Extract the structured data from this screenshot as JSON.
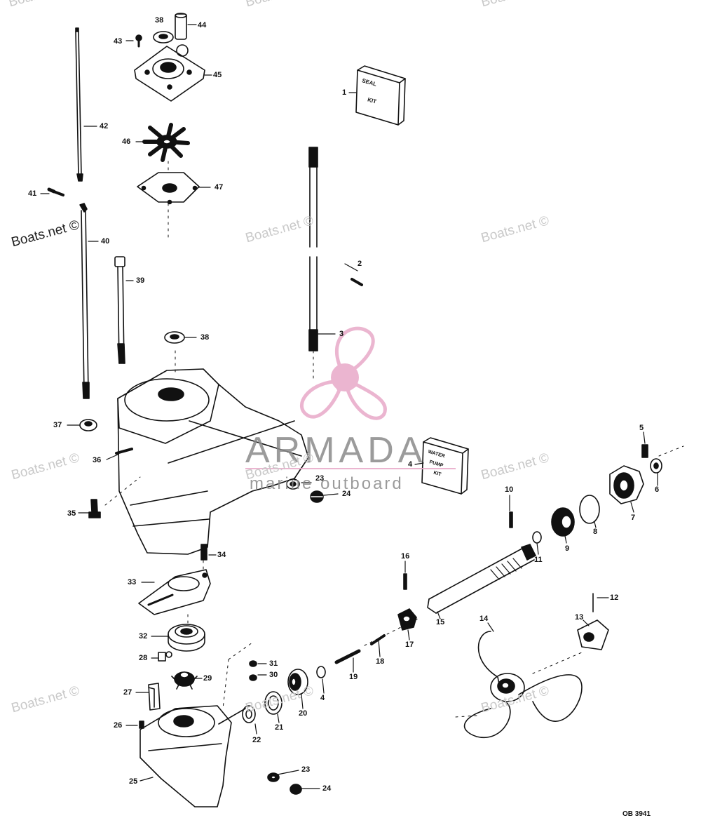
{
  "watermarks": {
    "site": "Boats.net ©",
    "site_partial": "Boats.net"
  },
  "brand": {
    "name": "ARMADA",
    "tagline": "marine outboard",
    "color": "#e8a9c8"
  },
  "drawing_ref": "OB 3941",
  "kit_labels": {
    "seal_kit": [
      "SEAL",
      "KIT"
    ],
    "water_pump_kit": [
      "WATER",
      "PUMP",
      "KIT"
    ]
  },
  "callouts": {
    "c1": "1",
    "c2": "2",
    "c3": "3",
    "c4a": "4",
    "c4b": "4",
    "c5": "5",
    "c6": "6",
    "c7": "7",
    "c8": "8",
    "c9": "9",
    "c10": "10",
    "c11": "11",
    "c12": "12",
    "c13": "13",
    "c14": "14",
    "c15": "15",
    "c16": "16",
    "c17": "17",
    "c18": "18",
    "c19": "19",
    "c20": "20",
    "c21": "21",
    "c22": "22",
    "c23a": "23",
    "c23b": "23",
    "c24a": "24",
    "c24b": "24",
    "c25": "25",
    "c26": "26",
    "c27": "27",
    "c28": "28",
    "c29": "29",
    "c30": "30",
    "c31": "31",
    "c32": "32",
    "c33": "33",
    "c34": "34",
    "c35": "35",
    "c36": "36",
    "c37": "37",
    "c38a": "38",
    "c38b": "38",
    "c39": "39",
    "c40": "40",
    "c41": "41",
    "c42": "42",
    "c43": "43",
    "c44": "44",
    "c45": "45",
    "c46": "46",
    "c47": "47"
  }
}
